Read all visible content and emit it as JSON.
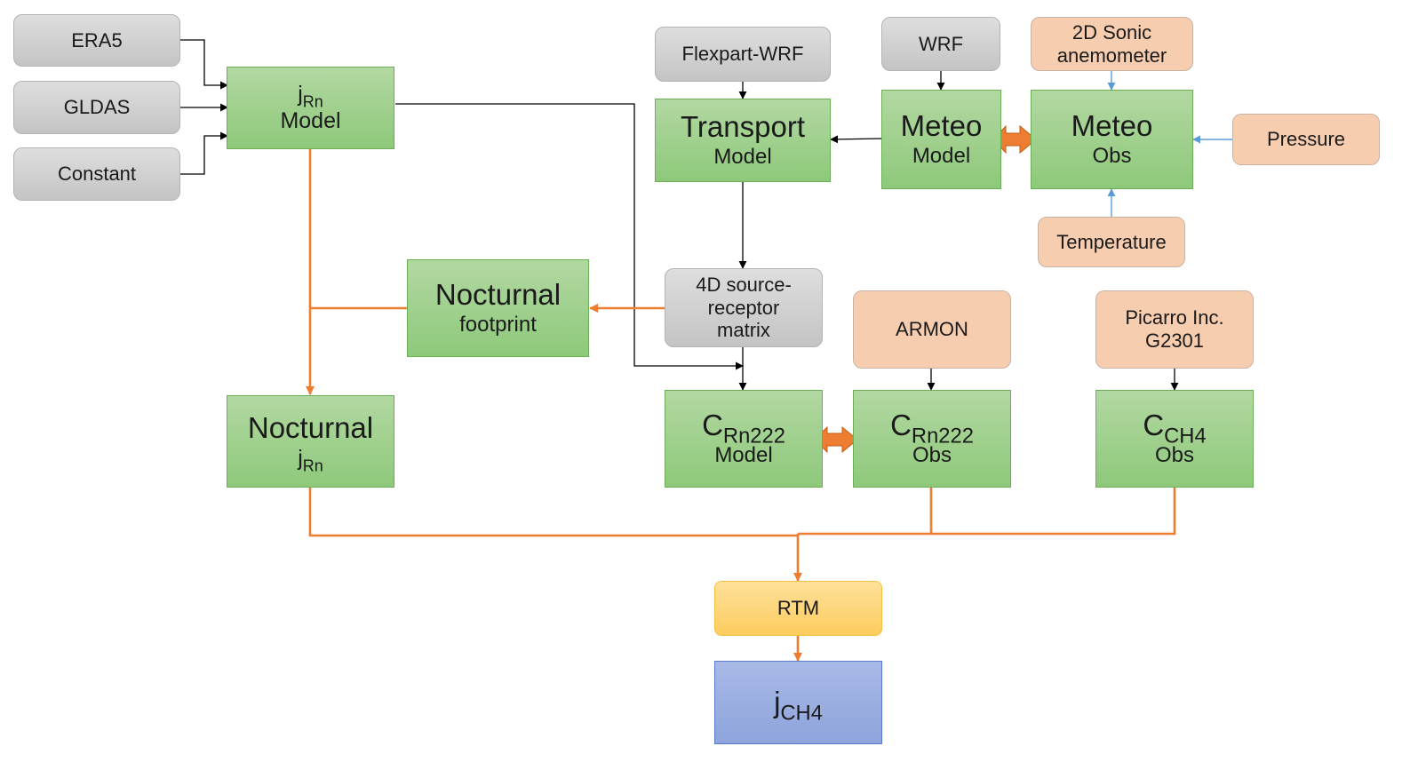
{
  "inputs": {
    "era5": "ERA5",
    "gldas": "GLDAS",
    "constant": "Constant",
    "flexpart": "Flexpart-WRF",
    "wrf": "WRF",
    "sonic": "2D Sonic anemometer",
    "pressure": "Pressure",
    "temperature": "Temperature",
    "armon": "ARMON",
    "picarro": "Picarro Inc. G2301"
  },
  "models": {
    "jrn_model": {
      "symbol": "j",
      "sub": "Rn",
      "label": "Model"
    },
    "transport": {
      "title": "Transport",
      "label": "Model"
    },
    "meteo_model": {
      "title": "Meteo",
      "label": "Model"
    },
    "meteo_obs": {
      "title": "Meteo",
      "label": "Obs"
    },
    "nocturnal_footprint": {
      "title": "Nocturnal",
      "label": "footprint"
    },
    "matrix": "4D source-receptor matrix",
    "nocturnal_jrn": {
      "title": "Nocturnal",
      "symbol": "j",
      "sub": "Rn"
    },
    "crn_model": {
      "symbol": "C",
      "sub": "Rn222",
      "label": "Model"
    },
    "crn_obs": {
      "symbol": "C",
      "sub": "Rn222",
      "label": "Obs"
    },
    "cch4_obs": {
      "symbol": "C",
      "sub": "CH4",
      "label": "Obs"
    },
    "rtm": "RTM",
    "jch4": {
      "symbol": "j",
      "sub": "CH4"
    }
  },
  "colors": {
    "orange": "#ed7d31",
    "black": "#000000",
    "blue_arrow": "#5b9bd5",
    "green_box": "#a9d18e",
    "gray_box": "#d0d0d0",
    "peach_box": "#f8cbad",
    "yellow_box": "#ffd966",
    "blue_box": "#8faadc"
  }
}
